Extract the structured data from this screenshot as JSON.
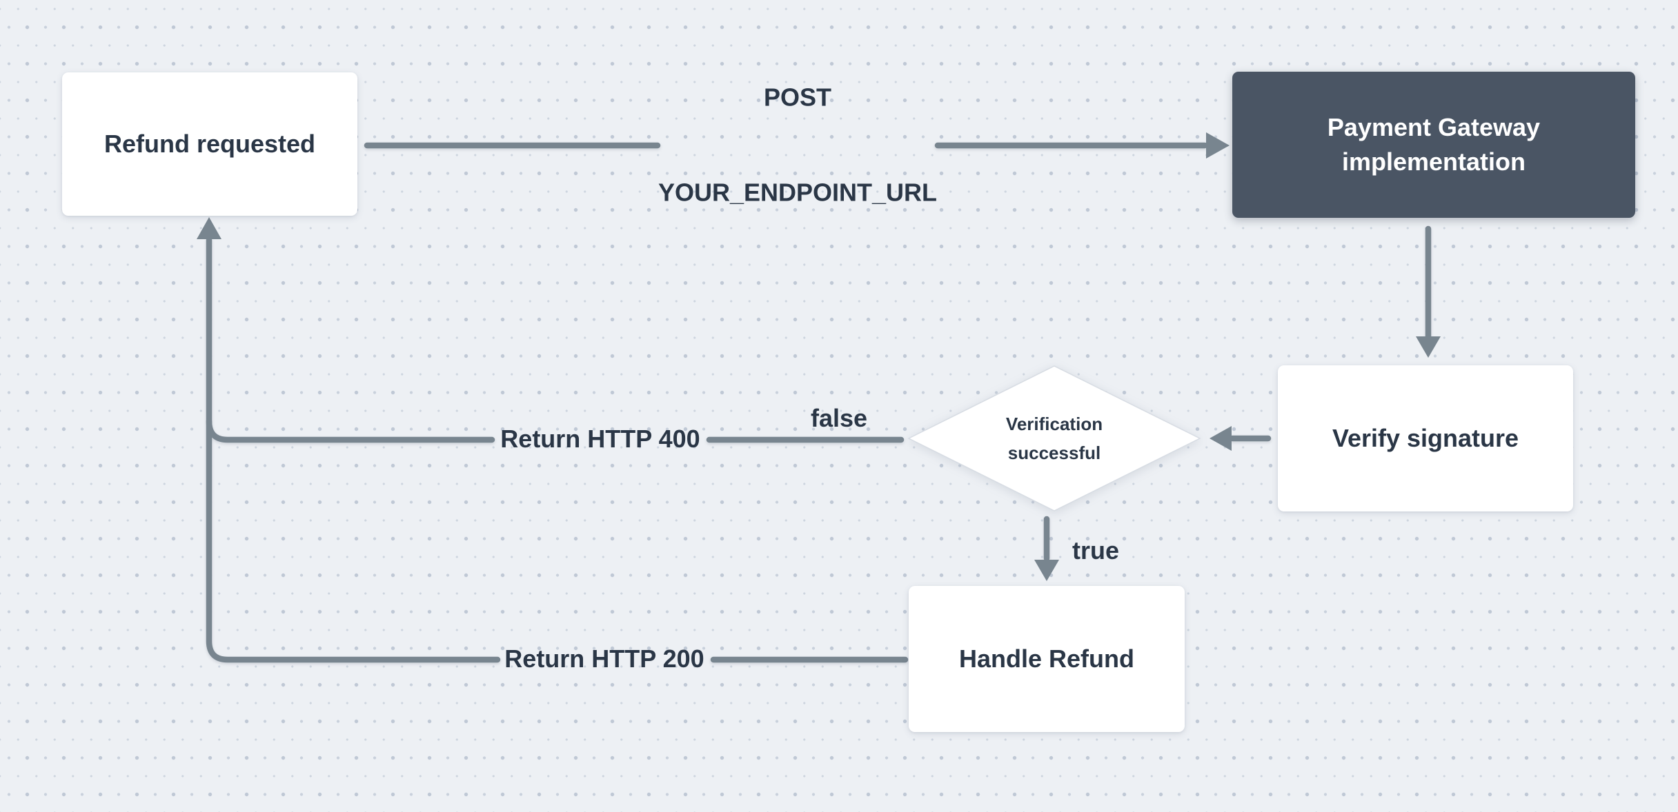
{
  "canvas": {
    "background": "#edf0f4",
    "dot_color_large": "#bfc8d5",
    "dot_color_small": "#cdd5df",
    "connector_color": "#78former-85-93",
    "colors": {
      "connector": "#78858f",
      "node_dark_fill": "#4a5564",
      "node_light_fill": "#ffffff",
      "diamond_border": "#d7dce3",
      "text": "#2a3646"
    }
  },
  "style": {
    "connector_stroke": "#78858f",
    "diamond_fill": "#ffffff",
    "diamond_border": "#d7dce3"
  },
  "nodes": {
    "refund_requested": {
      "label": "Refund requested",
      "type": "process"
    },
    "payment_gateway": {
      "label": "Payment Gateway implementation",
      "type": "process-dark"
    },
    "verify_signature": {
      "label": "Verify signature",
      "type": "process"
    },
    "verification_successful": {
      "label_line1": "Verification",
      "label_line2": "successful",
      "type": "decision"
    },
    "handle_refund": {
      "label": "Handle Refund",
      "type": "process"
    }
  },
  "edges": {
    "post_endpoint": {
      "label_line1": "POST",
      "label_line2": "YOUR_ENDPOINT_URL"
    },
    "false_branch": {
      "condition": "false",
      "label": "Return HTTP 400"
    },
    "true_branch": {
      "condition": "true"
    },
    "http_200": {
      "label": "Return HTTP 200"
    }
  }
}
